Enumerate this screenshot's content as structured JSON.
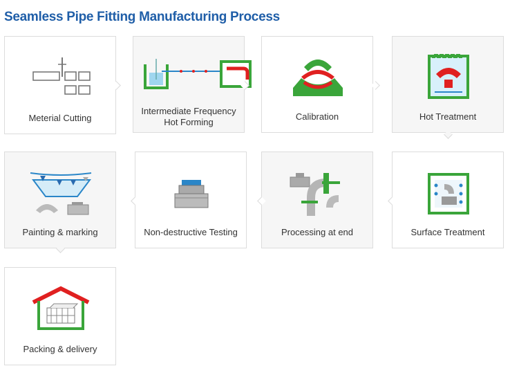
{
  "title": "Seamless Pipe Fitting Manufacturing Process",
  "steps": [
    {
      "label": "Meterial Cutting",
      "icon": "material-cutting-icon"
    },
    {
      "label": "Intermediate Frequency\nHot Forming",
      "icon": "hot-forming-icon"
    },
    {
      "label": "Calibration",
      "icon": "calibration-icon"
    },
    {
      "label": "Hot Treatment",
      "icon": "hot-treatment-icon"
    },
    {
      "label": "Surface Treatment",
      "icon": "surface-treatment-icon"
    },
    {
      "label": "Processing at end",
      "icon": "processing-end-icon"
    },
    {
      "label": "Non-destructive Testing",
      "icon": "ndt-icon"
    },
    {
      "label": "Painting & marking",
      "icon": "painting-icon"
    },
    {
      "label": "Packing & delivery",
      "icon": "packing-icon"
    }
  ],
  "colors": {
    "title": "#1f5ea8",
    "green": "#3aa53a",
    "red": "#e02020",
    "border": "#dcdcdc"
  }
}
